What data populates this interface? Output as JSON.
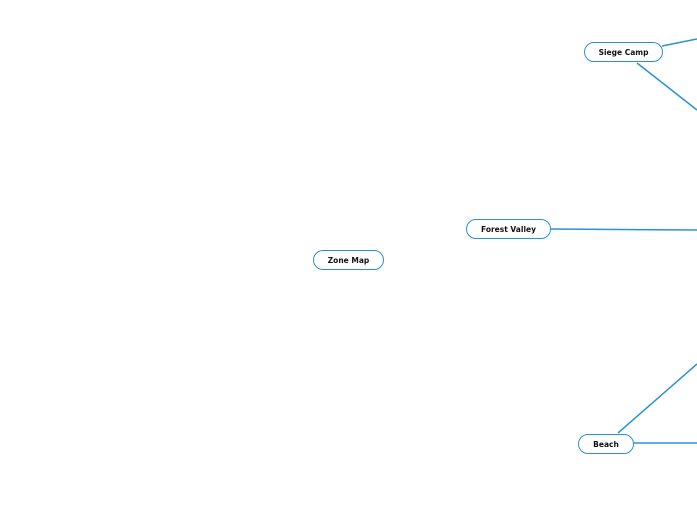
{
  "diagram": {
    "type": "mind-map",
    "line_color": "#2a93d5",
    "root": {
      "label": "Zone Map"
    },
    "nodes": [
      {
        "id": "siege-camp",
        "label": "Siege Camp"
      },
      {
        "id": "forest-valley",
        "label": "Forest Valley"
      },
      {
        "id": "beach",
        "label": "Beach"
      }
    ]
  }
}
